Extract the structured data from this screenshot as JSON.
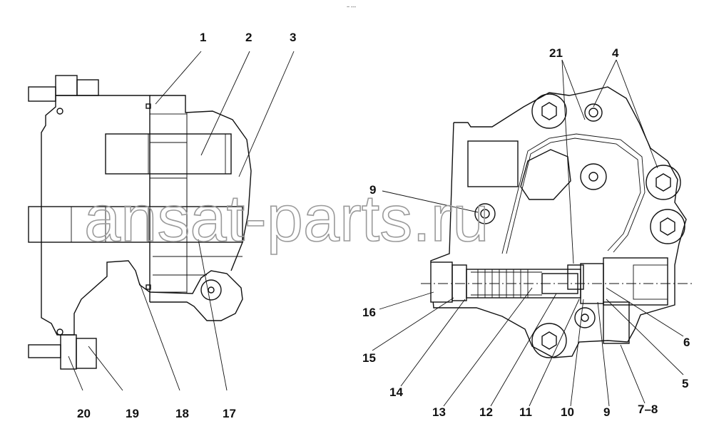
{
  "watermark": "ansat-parts.ru",
  "header_mark": "~ ---",
  "left_view": {
    "callouts": {
      "c1": "1",
      "c2": "2",
      "c3": "3",
      "c17": "17",
      "c18": "18",
      "c19": "19",
      "c20": "20"
    }
  },
  "right_view": {
    "callouts": {
      "c21": "21",
      "c4": "4",
      "c9a": "9",
      "c16": "16",
      "c15": "15",
      "c14": "14",
      "c13": "13",
      "c12": "12",
      "c11": "11",
      "c10": "10",
      "c9b": "9",
      "c78": "7–8",
      "c5": "5",
      "c6": "6"
    }
  }
}
